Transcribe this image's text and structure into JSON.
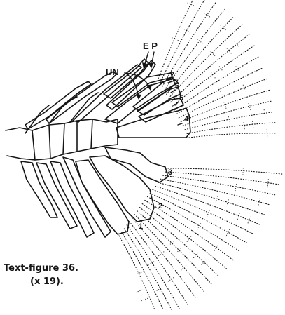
{
  "figure": {
    "labels": {
      "ep": "E P",
      "un": "UN",
      "n7": "7",
      "n6": "6",
      "n5": "5",
      "n4": "4",
      "n3": "3",
      "n2": "2",
      "n1": "1"
    },
    "caption": {
      "line1": "Text-figure  36.",
      "line2": "(x 19)."
    },
    "colors": {
      "ink": "#151515",
      "paper": "#ffffff"
    }
  }
}
